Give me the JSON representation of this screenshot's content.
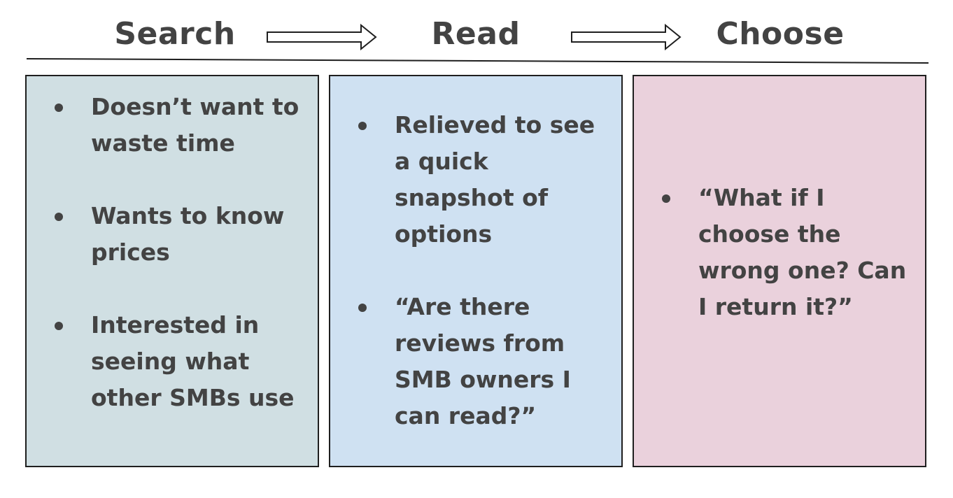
{
  "stages": [
    {
      "title": "Search",
      "color": "#d0dfe3",
      "items": [
        "Doesn’t want to waste time",
        "Wants to know prices",
        "Interested in seeing what other SMBs use"
      ]
    },
    {
      "title": "Read",
      "color": "#cfe1f2",
      "items": [
        "Relieved to see a quick snapshot of options",
        "“Are there reviews from SMB owners I can read?”"
      ]
    },
    {
      "title": "Choose",
      "color": "#ead1dc",
      "items": [
        "“What if I choose the wrong one? Can I return it?”"
      ]
    }
  ],
  "colors": {
    "text": "#434343",
    "border": "#1f1f1f"
  },
  "icons": {
    "arrow": "right-arrow-outline-icon",
    "bullet": "bullet-dot-icon"
  }
}
